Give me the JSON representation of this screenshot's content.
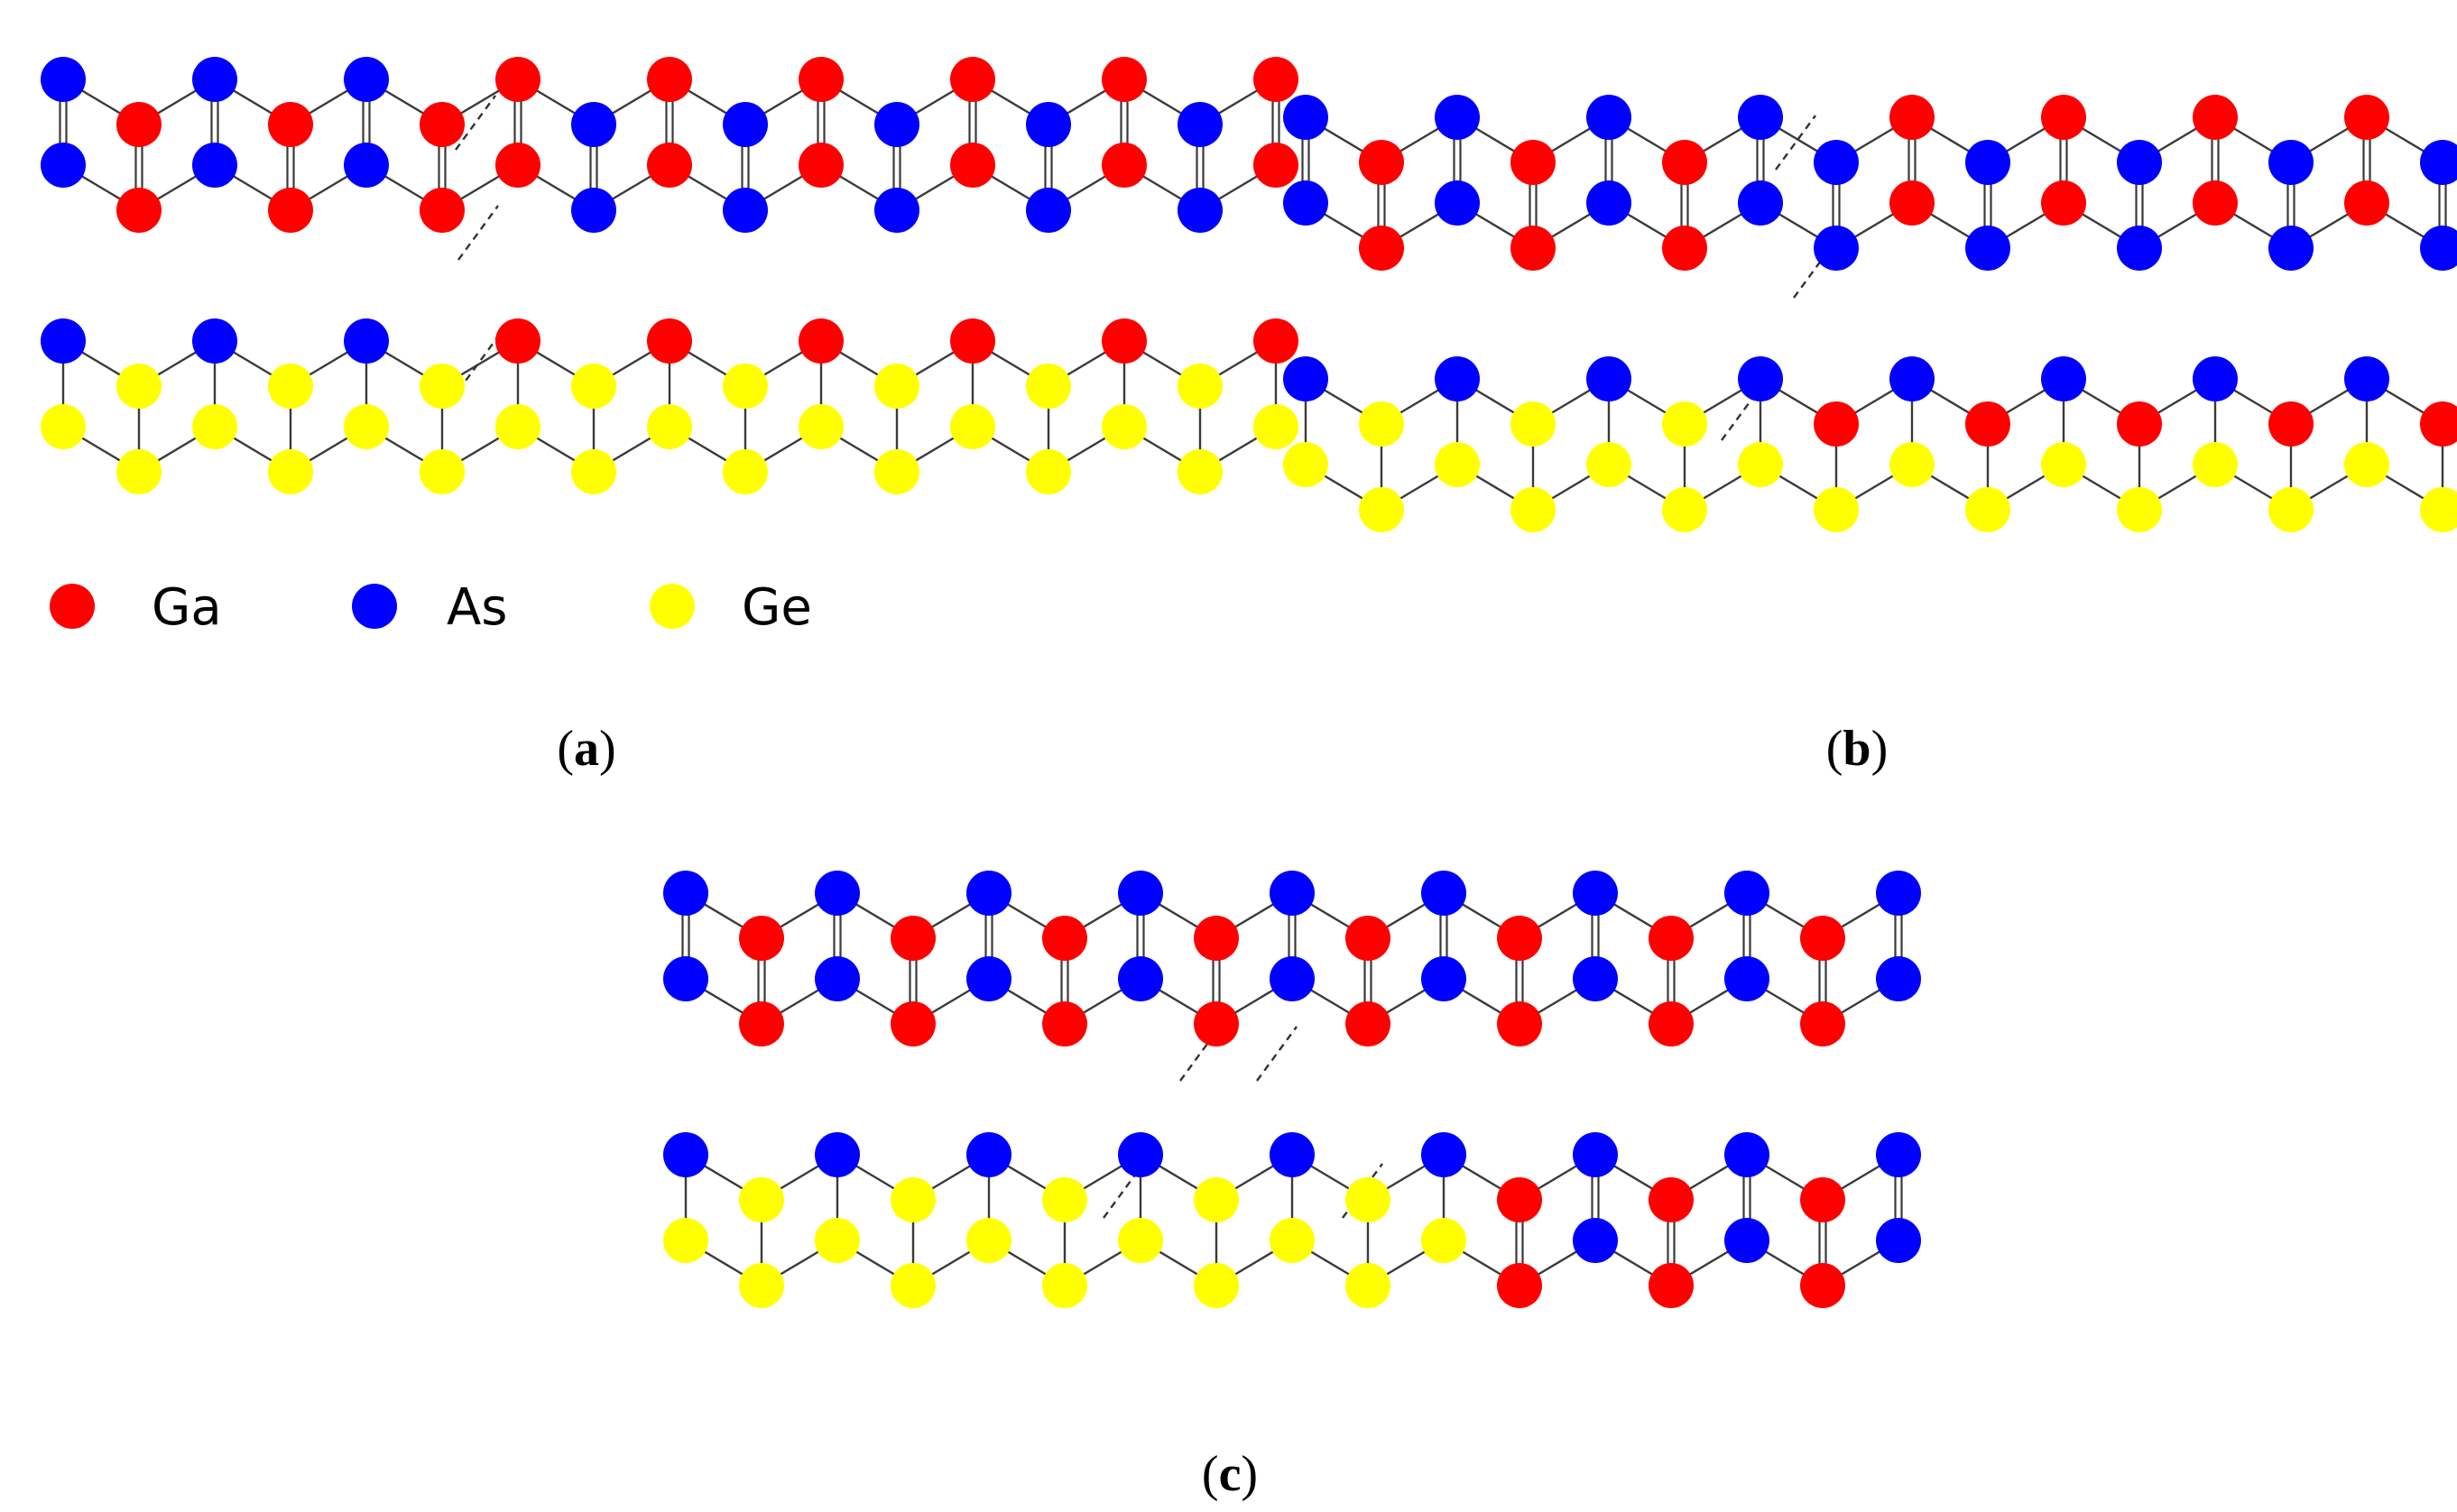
{
  "colors": {
    "Ga": "#ff0000",
    "As": "#0000ff",
    "Ge": "#ffff00",
    "bond": "#3a3a3a"
  },
  "legend": [
    {
      "element": "Ga",
      "label": "Ga"
    },
    {
      "element": "As",
      "label": "As"
    },
    {
      "element": "Ge",
      "label": "Ge"
    }
  ],
  "panels": [
    {
      "id": "a",
      "caption_open": "(",
      "caption_letter": "a",
      "caption_close": ")"
    },
    {
      "id": "b",
      "caption_open": "(",
      "caption_letter": "b",
      "caption_close": ")"
    },
    {
      "id": "c",
      "caption_open": "(",
      "caption_letter": "c",
      "caption_close": ")"
    }
  ]
}
